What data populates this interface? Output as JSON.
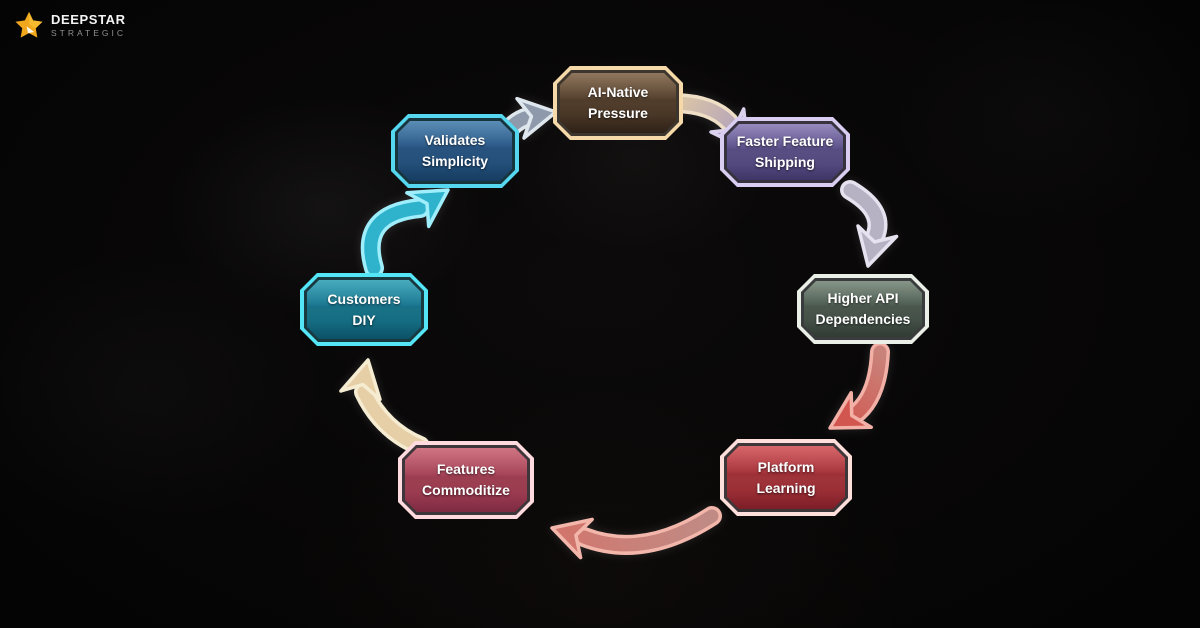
{
  "brand": {
    "name": "DEEPSTAR",
    "tagline": "STRATEGIC",
    "star_color": "#f2a81d"
  },
  "diagram": {
    "type": "cycle",
    "direction": "clockwise",
    "nodes": [
      {
        "id": "ai-native-pressure",
        "line1": "AI-Native",
        "line2": "Pressure",
        "border_color": "#f6d9a8",
        "glow_color": "#f0be78",
        "fill_top": "#7a5c3e",
        "fill_bottom": "#2e2117"
      },
      {
        "id": "faster-feature-shipping",
        "line1": "Faster Feature",
        "line2": "Shipping",
        "border_color": "#d9cef2",
        "glow_color": "#bfaaf0",
        "fill_top": "#8173b0",
        "fill_bottom": "#3f3566"
      },
      {
        "id": "higher-api-dependencies",
        "line1": "Higher API",
        "line2": "Dependencies",
        "border_color": "#eaf0e7",
        "glow_color": "#d2e6d2",
        "fill_top": "#6f8172",
        "fill_bottom": "#2f3b33"
      },
      {
        "id": "platform-learning",
        "line1": "Platform",
        "line2": "Learning",
        "border_color": "#ffdfdb",
        "glow_color": "#ff3c3c",
        "fill_top": "#cf4a4e",
        "fill_bottom": "#7c1d26"
      },
      {
        "id": "features-commoditize",
        "line1": "Features",
        "line2": "Commoditize",
        "border_color": "#ffdbe0",
        "glow_color": "#ff4664",
        "fill_top": "#c65a6b",
        "fill_bottom": "#7e2a42"
      },
      {
        "id": "customers-diy",
        "line1": "Customers",
        "line2": "DIY",
        "border_color": "#54e6f6",
        "glow_color": "#3cdcf5",
        "fill_top": "#259cb2",
        "fill_bottom": "#0b5166"
      },
      {
        "id": "validates-simplicity",
        "line1": "Validates",
        "line2": "Simplicity",
        "border_color": "#55d7ef",
        "glow_color": "#3cc8f0",
        "fill_top": "#3b78a8",
        "fill_bottom": "#163c60"
      }
    ],
    "arrows": [
      {
        "from": "validates-simplicity",
        "to": "ai-native-pressure",
        "color": "#8e9aab",
        "outline": "#dfe7ee"
      },
      {
        "from": "ai-native-pressure",
        "to": "faster-feature-shipping",
        "color_start": "#dcc6a6",
        "color_end": "#a99ac0",
        "outline": "#eedfc6"
      },
      {
        "from": "faster-feature-shipping",
        "to": "higher-api-dependencies",
        "color": "#b6b2c4",
        "outline": "#e6e2f0"
      },
      {
        "from": "higher-api-dependencies",
        "to": "platform-learning",
        "color_start": "#c9837a",
        "color_end": "#d1564f",
        "outline": "#f2b0a6"
      },
      {
        "from": "platform-learning",
        "to": "features-commoditize",
        "color_start": "#c08b85",
        "color_end": "#d1766d",
        "outline": "#f3b6ab"
      },
      {
        "from": "features-commoditize",
        "to": "customers-diy",
        "color": "#e6cfa6",
        "outline": "#f6ecd2"
      },
      {
        "from": "customers-diy",
        "to": "validates-simplicity",
        "color": "#2fb3cc",
        "outline": "#9feefb"
      }
    ]
  }
}
